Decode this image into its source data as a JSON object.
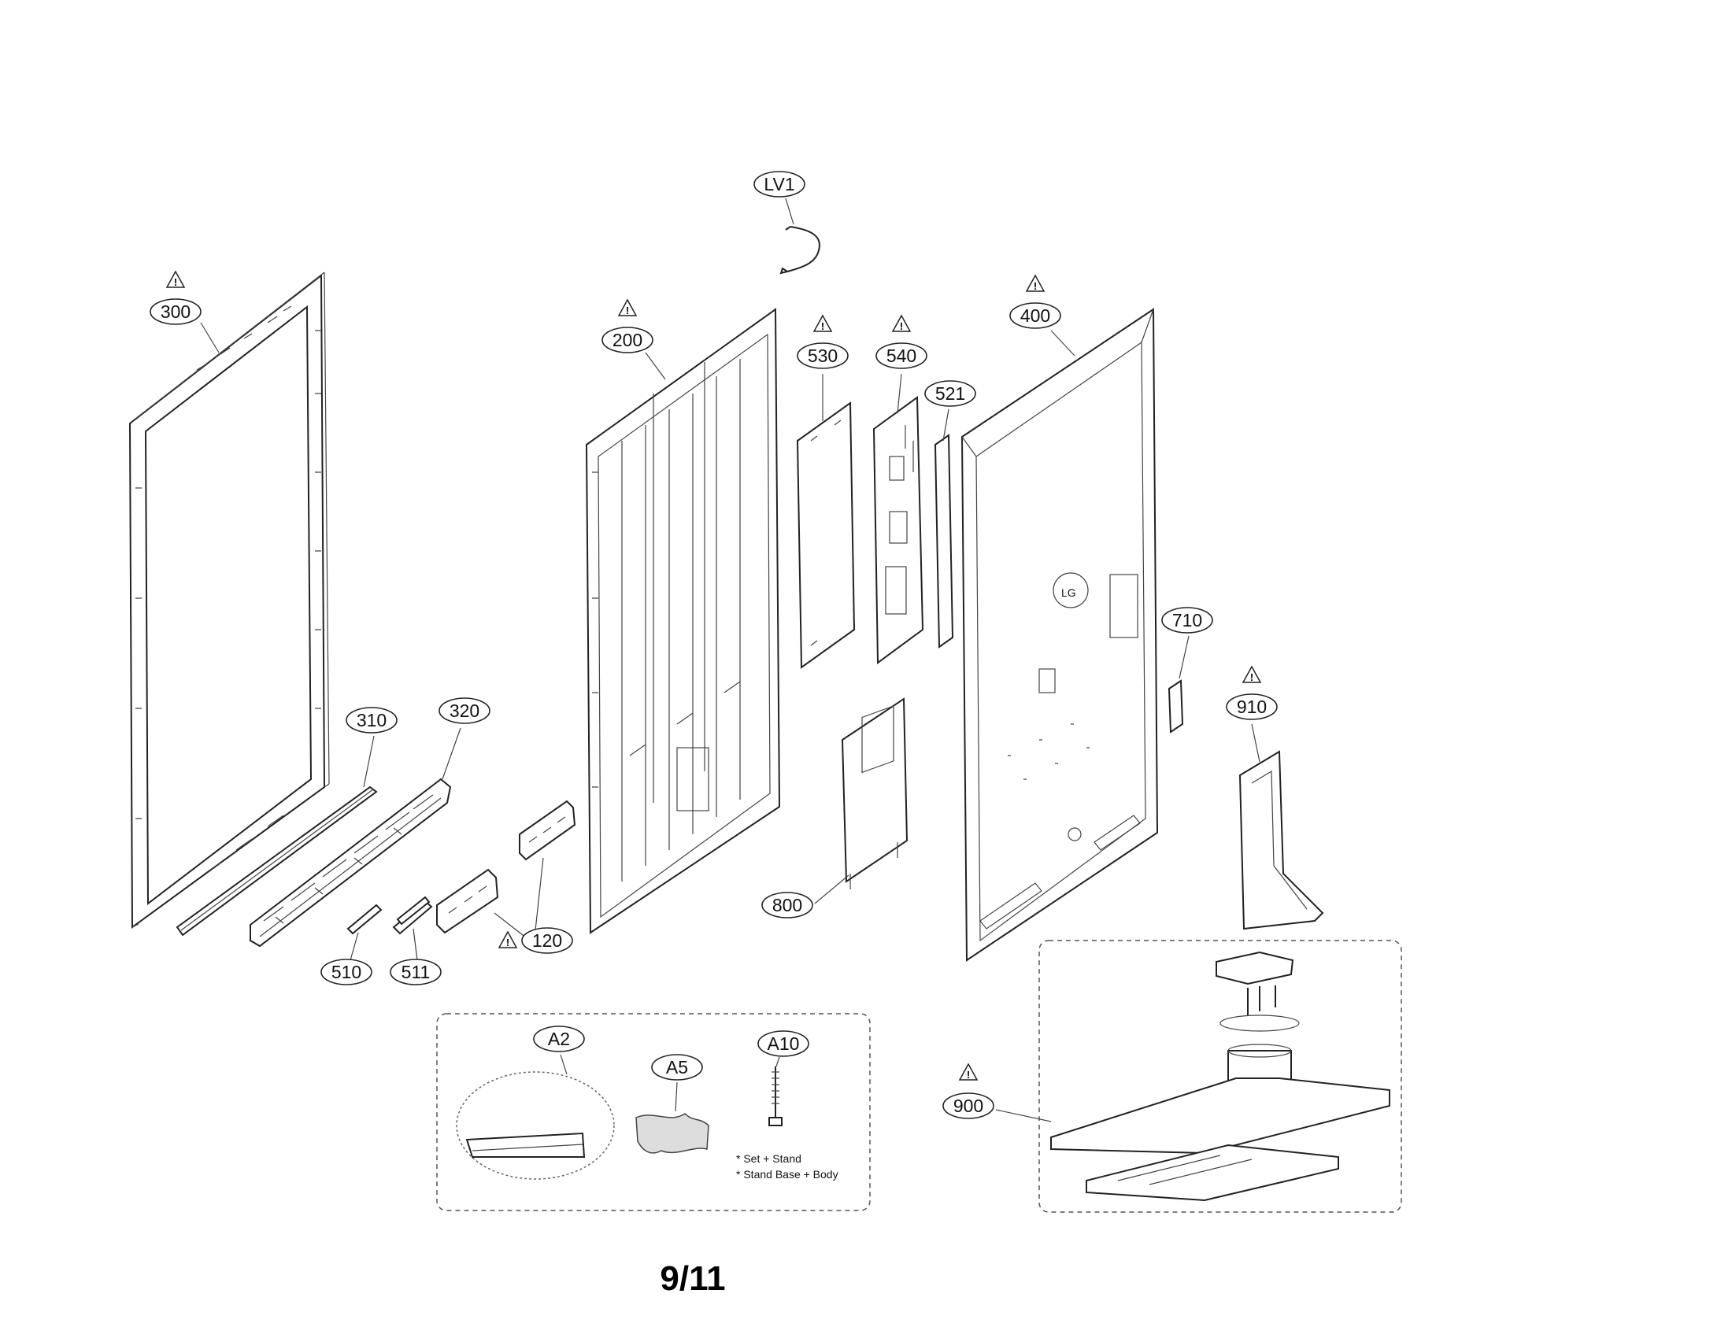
{
  "callouts": [
    {
      "id": "LV1",
      "warning": false
    },
    {
      "id": "300",
      "warning": true
    },
    {
      "id": "200",
      "warning": true
    },
    {
      "id": "530",
      "warning": true
    },
    {
      "id": "540",
      "warning": true
    },
    {
      "id": "521",
      "warning": false
    },
    {
      "id": "400",
      "warning": true
    },
    {
      "id": "710",
      "warning": false
    },
    {
      "id": "910",
      "warning": true
    },
    {
      "id": "310",
      "warning": false
    },
    {
      "id": "320",
      "warning": false
    },
    {
      "id": "800",
      "warning": false
    },
    {
      "id": "120",
      "warning": true
    },
    {
      "id": "510",
      "warning": false
    },
    {
      "id": "511",
      "warning": false
    },
    {
      "id": "A2",
      "warning": false
    },
    {
      "id": "A5",
      "warning": false
    },
    {
      "id": "A10",
      "warning": false
    },
    {
      "id": "900",
      "warning": true
    }
  ],
  "screw_notes": [
    "* Set + Stand",
    "* Stand Base + Body"
  ],
  "warning_symbol": "!",
  "logo_text": "LG",
  "page_number": "9/11"
}
